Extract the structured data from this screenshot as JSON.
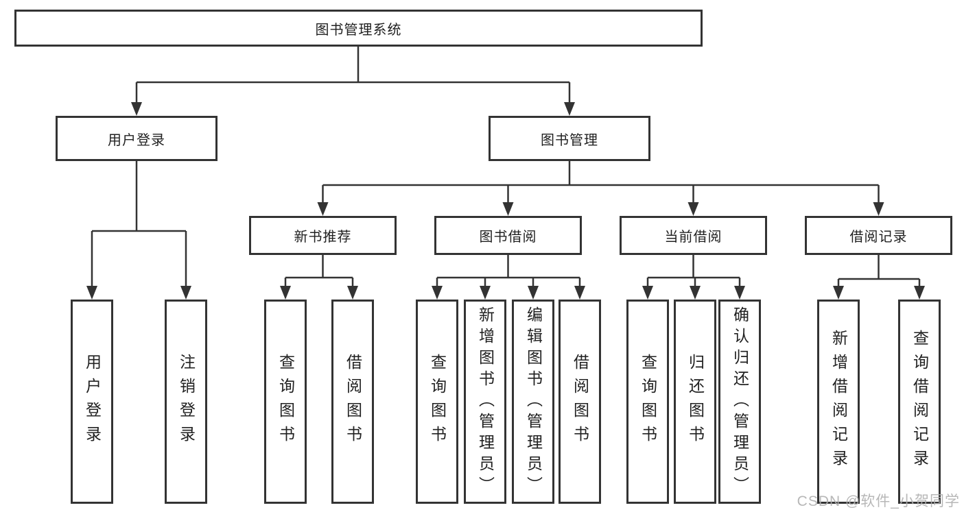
{
  "diagram": {
    "title": "图书管理系统",
    "colors": {
      "line": "#333333",
      "box_border": "#333333",
      "box_fill": "#ffffff",
      "text": "#212121",
      "background": "#ffffff",
      "watermark": "#afafaf"
    },
    "root": {
      "label": "图书管理系统"
    },
    "level2": [
      {
        "label": "用户登录"
      },
      {
        "label": "图书管理"
      }
    ],
    "level3": [
      {
        "label": "新书推荐",
        "parent": "图书管理"
      },
      {
        "label": "图书借阅",
        "parent": "图书管理"
      },
      {
        "label": "当前借阅",
        "parent": "图书管理"
      },
      {
        "label": "借阅记录",
        "parent": "图书管理"
      }
    ],
    "leaves": [
      {
        "label": "用户登录",
        "parent": "用户登录"
      },
      {
        "label": "注销登录",
        "parent": "用户登录"
      },
      {
        "label": "查询图书",
        "parent": "新书推荐"
      },
      {
        "label": "借阅图书",
        "parent": "新书推荐"
      },
      {
        "label": "查询图书",
        "parent": "图书借阅"
      },
      {
        "label": "新增图书（管理员）",
        "parent": "图书借阅"
      },
      {
        "label": "编辑图书（管理员）",
        "parent": "图书借阅"
      },
      {
        "label": "借阅图书",
        "parent": "图书借阅"
      },
      {
        "label": "查询图书",
        "parent": "当前借阅"
      },
      {
        "label": "归还图书",
        "parent": "当前借阅"
      },
      {
        "label": "确认归还（管理员）",
        "parent": "当前借阅"
      },
      {
        "label": "新增借阅记录",
        "parent": "借阅记录"
      },
      {
        "label": "查询借阅记录",
        "parent": "借阅记录"
      }
    ],
    "watermark": "CSDN @软件_小贺同学"
  }
}
